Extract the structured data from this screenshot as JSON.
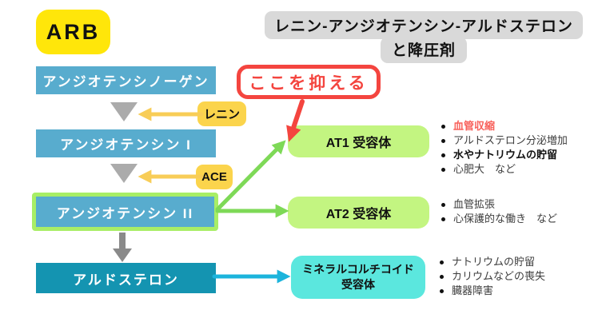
{
  "badge": {
    "label": "ARB"
  },
  "title": {
    "line1": "レニン-アンジオテンシン-アルドステロン",
    "line2": "と降圧剤"
  },
  "callout": {
    "label": "ここを抑える"
  },
  "cascade": {
    "angiotensinogen": "アンジオテンシノーゲン",
    "angiotensin_i": "アンジオテンシン I",
    "angiotensin_ii": "アンジオテンシン II",
    "aldosterone": "アルドステロン"
  },
  "enzymes": {
    "renin": "レニン",
    "ace": "ACE"
  },
  "receptors": {
    "at1": {
      "label": "AT1 受容体",
      "effects": [
        "血管収縮",
        "アルドステロン分泌増加",
        "水やナトリウムの貯留",
        "心肥大　など"
      ]
    },
    "at2": {
      "label": "AT2 受容体",
      "effects": [
        "血管拡張",
        "心保護的な働き　など"
      ]
    },
    "mineralocorticoid": {
      "label_line1": "ミネラルコルチコイド",
      "label_line2": "受容体",
      "effects": [
        "ナトリウムの貯留",
        "カリウムなどの喪失",
        "臓器障害"
      ]
    }
  },
  "colors": {
    "badge_yellow": "#FFE60A",
    "enzyme_yellow": "#FBD44C",
    "yellow_arrow": "#F8CD57",
    "blue_box": "#58ACCE",
    "teal_box": "#1494B1",
    "green_receptor": "#C3F581",
    "green_accent": "#7ED957",
    "cyan_receptor": "#5BE7DE",
    "cyan_arrow": "#1CB4DC",
    "red_accent": "#F4453F",
    "red_effect_text": "#F8625C",
    "title_gray": "#D9D9D9",
    "triangle_gray": "#ABABAB",
    "arrow_gray": "#8A8A8A"
  }
}
